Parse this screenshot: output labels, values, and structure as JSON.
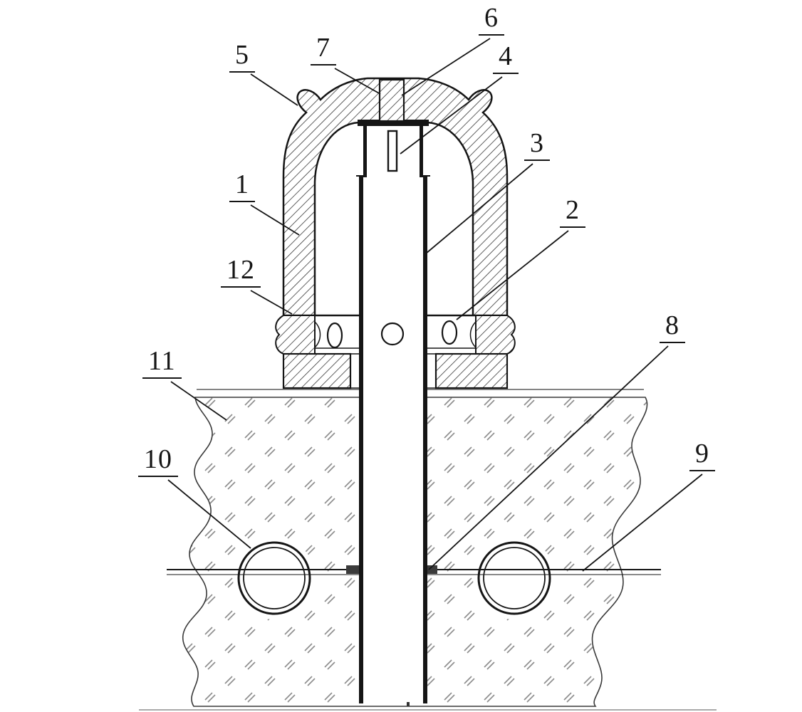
{
  "figure": {
    "background": "#ffffff",
    "line_color": "#151515",
    "hatch_color": "#2b2b2b",
    "ground_mark_color": "#8f8f8f"
  },
  "callouts": [
    {
      "number": "1"
    },
    {
      "number": "2"
    },
    {
      "number": "3"
    },
    {
      "number": "4"
    },
    {
      "number": "5"
    },
    {
      "number": "6"
    },
    {
      "number": "7"
    },
    {
      "number": "8"
    },
    {
      "number": "9"
    },
    {
      "number": "10"
    },
    {
      "number": "11"
    },
    {
      "number": "12"
    }
  ]
}
